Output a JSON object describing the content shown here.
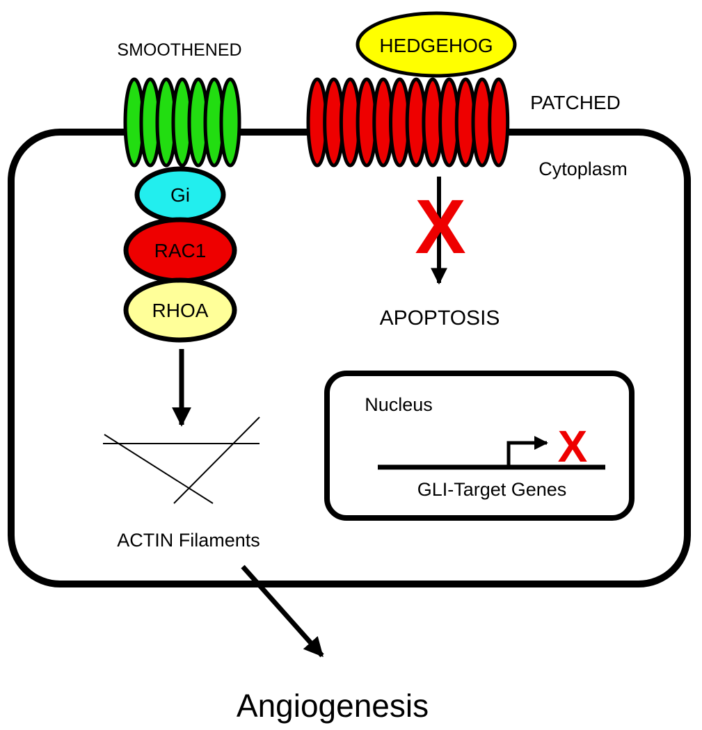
{
  "labels": {
    "smoothened": "SMOOTHENED",
    "hedgehog": "HEDGEHOG",
    "patched": "PATCHED",
    "cytoplasm": "Cytoplasm",
    "gi": "Gi",
    "rac1": "RAC1",
    "rhoa": "RHOA",
    "apoptosis": "APOPTOSIS",
    "nucleus": "Nucleus",
    "gli_target_genes": "GLI-Target Genes",
    "actin_filaments": "ACTIN Filaments",
    "angiogenesis": "Angiogenesis"
  },
  "colors": {
    "smoothened": "#22dd11",
    "patched": "#ee0000",
    "hedgehog": "#ffff00",
    "gi": "#22eeee",
    "rac1": "#ee0000",
    "rhoa": "#ffff99",
    "inhibition_mark": "#ee0000",
    "outline": "#000000"
  }
}
